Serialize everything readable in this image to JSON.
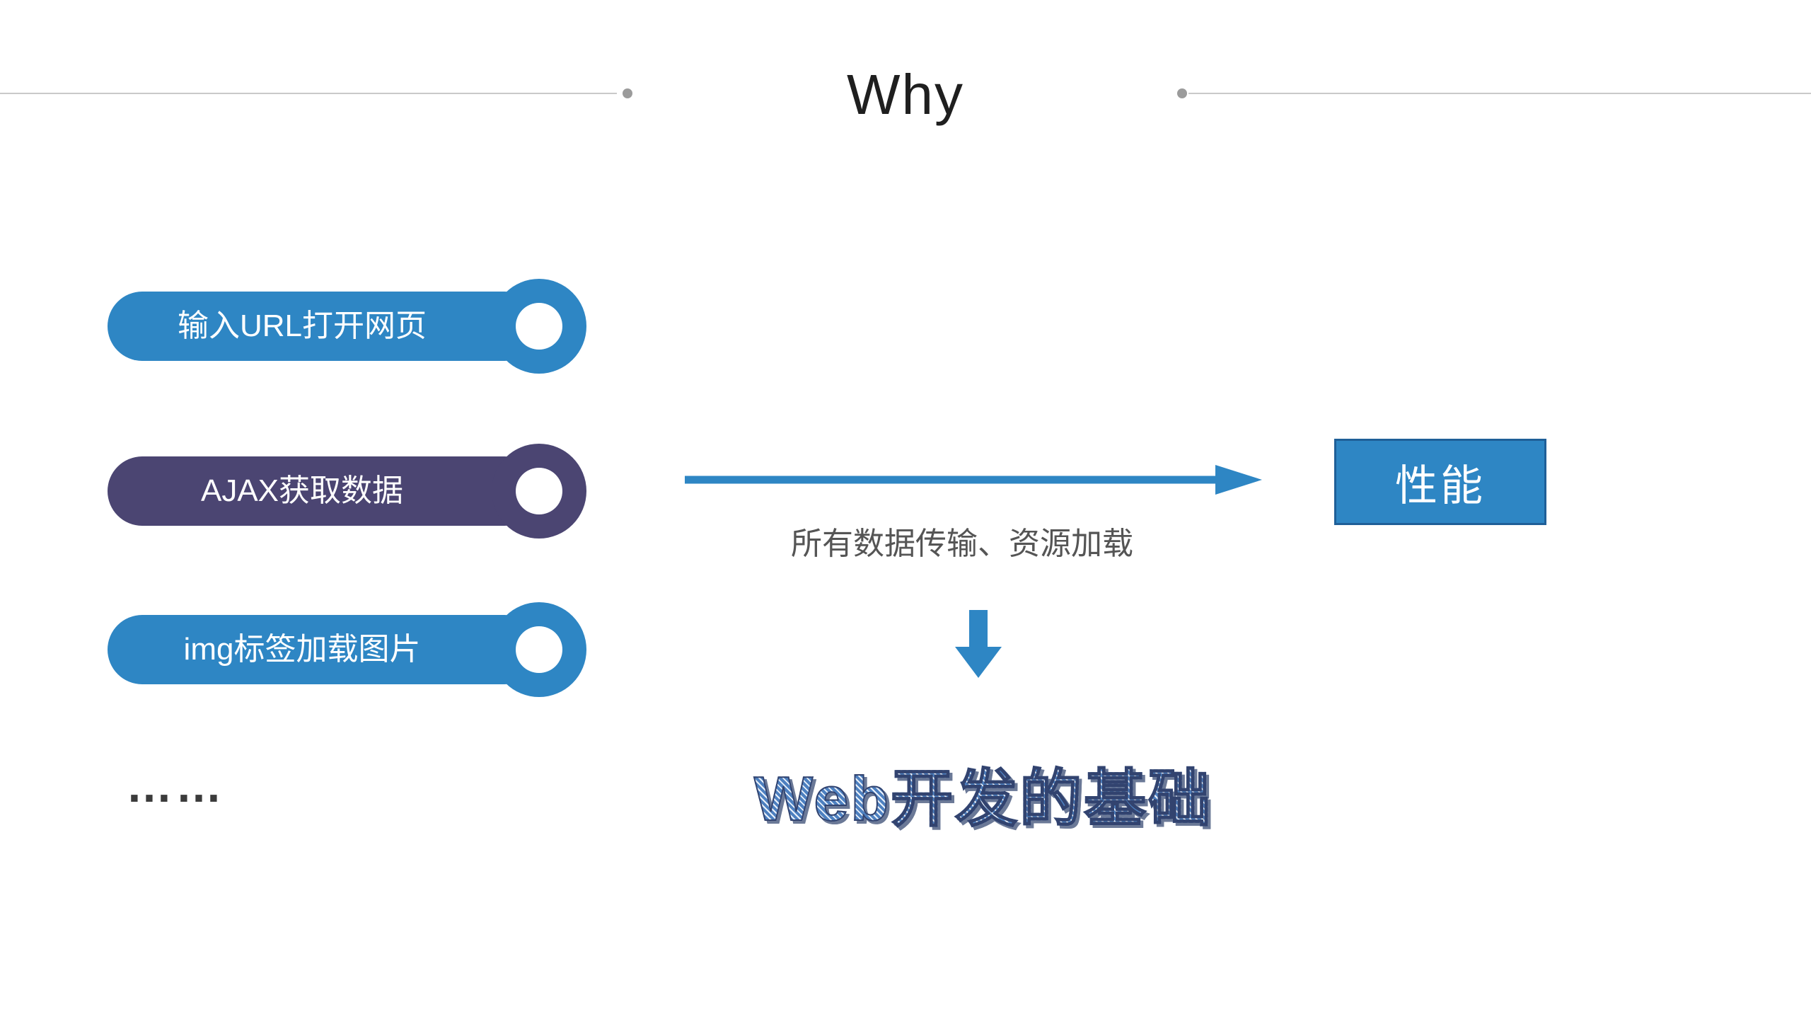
{
  "slide": {
    "title": "Why",
    "list_items": [
      {
        "label": "输入URL打开网页"
      },
      {
        "label": "AJAX获取数据"
      },
      {
        "label": "img标签加载图片"
      }
    ],
    "ellipsis": "……",
    "arrow_caption": "所有数据传输、资源加载",
    "result_label": "性能",
    "conclusion": "Web开发的基础"
  },
  "colors": {
    "primary_blue": "#2E86C4",
    "dark_purple": "#4B4572",
    "result_border_blue": "#1F5F98",
    "caption_gray": "#555555",
    "wordart_blue": "#4A7EBB",
    "divider_gray": "#C9C9C9"
  }
}
